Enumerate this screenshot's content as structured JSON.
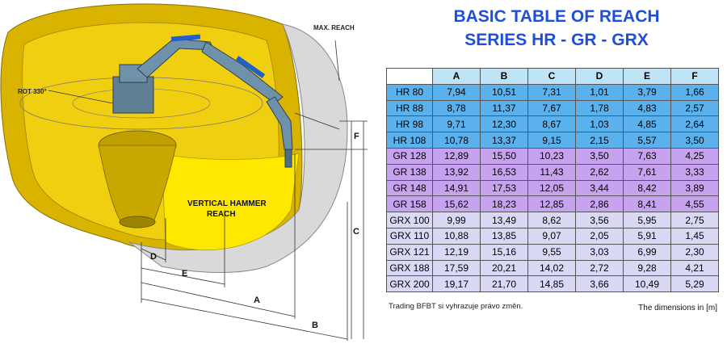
{
  "title": {
    "line1": "BASIC TABLE OF REACH",
    "line2": "SERIES   HR - GR - GRX"
  },
  "diagram": {
    "max_reach": "MAX. REACH",
    "rot": "ROT 330°",
    "vertical_label_1": "VERTICAL HAMMER",
    "vertical_label_2": "REACH",
    "dims": {
      "A": "A",
      "B": "B",
      "C": "C",
      "D": "D",
      "E": "E",
      "F": "F"
    }
  },
  "table": {
    "columns": [
      "A",
      "B",
      "C",
      "D",
      "E",
      "F"
    ],
    "rows": [
      {
        "model": "HR 80",
        "values": [
          "7,94",
          "10,51",
          "7,31",
          "1,01",
          "3,79",
          "1,66"
        ]
      },
      {
        "model": "HR 88",
        "values": [
          "8,78",
          "11,37",
          "7,67",
          "1,78",
          "4,83",
          "2,57"
        ]
      },
      {
        "model": "HR 98",
        "values": [
          "9,71",
          "12,30",
          "8,67",
          "1,03",
          "4,85",
          "2,64"
        ]
      },
      {
        "model": "HR 108",
        "values": [
          "10,78",
          "13,37",
          "9,15",
          "2,15",
          "5,57",
          "3,50"
        ]
      },
      {
        "model": "GR 128",
        "values": [
          "12,89",
          "15,50",
          "10,23",
          "3,50",
          "7,63",
          "4,25"
        ]
      },
      {
        "model": "GR 138",
        "values": [
          "13,92",
          "16,53",
          "11,43",
          "2,62",
          "7,61",
          "3,33"
        ]
      },
      {
        "model": "GR 148",
        "values": [
          "14,91",
          "17,53",
          "12,05",
          "3,44",
          "8,42",
          "3,89"
        ]
      },
      {
        "model": "GR 158",
        "values": [
          "15,62",
          "18,23",
          "12,85",
          "2,86",
          "8,41",
          "4,55"
        ]
      },
      {
        "model": "GRX 100",
        "values": [
          "9,99",
          "13,49",
          "8,62",
          "3,56",
          "5,95",
          "2,75"
        ]
      },
      {
        "model": "GRX 110",
        "values": [
          "10,88",
          "13,85",
          "9,07",
          "2,05",
          "5,91",
          "1,45"
        ]
      },
      {
        "model": "GRX 121",
        "values": [
          "12,19",
          "15,16",
          "9,55",
          "3,03",
          "6,99",
          "2,30"
        ]
      },
      {
        "model": "GRX 188",
        "values": [
          "17,59",
          "20,21",
          "14,02",
          "2,72",
          "9,28",
          "4,21"
        ]
      },
      {
        "model": "GRX 200",
        "values": [
          "19,17",
          "21,70",
          "14,85",
          "3,66",
          "10,49",
          "5,29"
        ]
      }
    ]
  },
  "footer": {
    "note": "Trading BFBT si vyhrazuje právo změn.",
    "units": "The dimensions in [m]"
  },
  "colors": {
    "title": "#1f4fd6",
    "hr_rows": "#5ab1ec",
    "gr_rows": "#c7a2ef",
    "grx_rows": "#d9d9f6",
    "header": "#bfe3f7"
  }
}
